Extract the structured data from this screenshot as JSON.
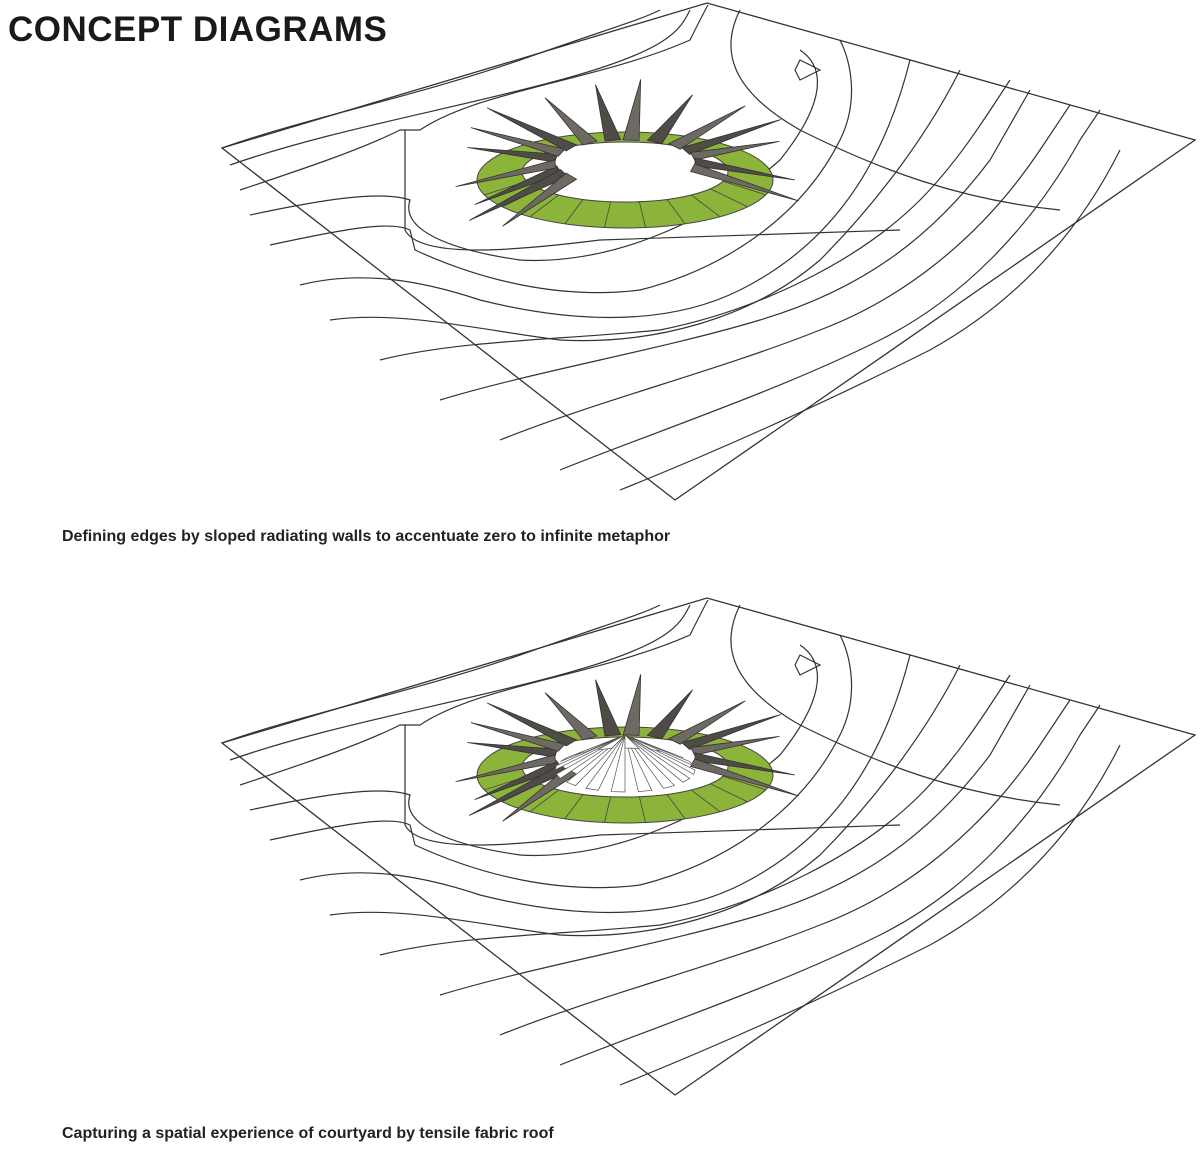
{
  "title": "CONCEPT DIAGRAMS",
  "diagrams": [
    {
      "caption": "Defining edges by sloped radiating walls to accentuate zero to infinite metaphor",
      "roof": false
    },
    {
      "caption": "Capturing a spatial experience of courtyard by tensile fabric roof",
      "roof": true
    }
  ],
  "colors": {
    "ring": "#8db43a",
    "wall": "#6e6a63",
    "wall_dark": "#4f4b46",
    "line": "#333333"
  }
}
